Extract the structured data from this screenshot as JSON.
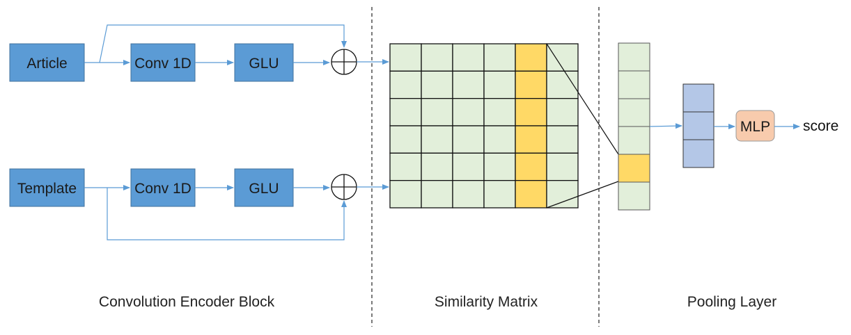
{
  "encoder": {
    "input_top": "Article",
    "input_bottom": "Template",
    "conv_label": "Conv 1D",
    "glu_label": "GLU",
    "caption": "Convolution Encoder Block"
  },
  "similarity": {
    "caption": "Similarity Matrix",
    "rows": 6,
    "cols": 6,
    "highlight_col_index": 4
  },
  "pooling": {
    "caption": "Pooling Layer",
    "vector_cells": 6,
    "highlight_cell_index": 4,
    "pooled_cells": 3,
    "mlp_label": "MLP",
    "output_label": "score"
  },
  "colors": {
    "box_fill": "#5b9bd5",
    "box_stroke": "#41719c",
    "grid_fill": "#e2efda",
    "highlight_fill": "#ffd966",
    "pooled_fill": "#b4c7e7",
    "mlp_fill": "#f8cbad",
    "arrow": "#5b9bd5"
  }
}
